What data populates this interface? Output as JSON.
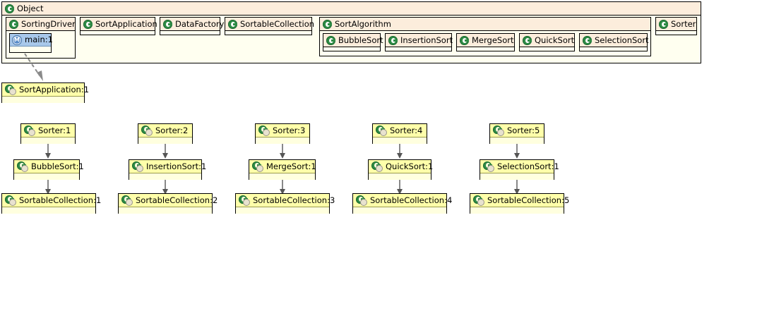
{
  "diagram": {
    "title": "Object",
    "background": "#ffffff",
    "colors": {
      "package_header": "#fceddc",
      "package_body": "#fffff0",
      "instance_header": "#ffffaa",
      "instance_body": "#ffffdf",
      "selection": "#a8c8ea",
      "class_icon": "#2e8b45",
      "method_icon": "#5b8ec9",
      "border": "#000000",
      "arrow": "#555555"
    }
  },
  "package": {
    "name": "Object",
    "icon": "class-icon",
    "classes": [
      {
        "name": "SortingDriver",
        "icon": "class-icon"
      },
      {
        "name": "SortApplication",
        "icon": "class-icon"
      },
      {
        "name": "DataFactory",
        "icon": "class-icon"
      },
      {
        "name": "SortableCollection",
        "icon": "class-icon"
      },
      {
        "name": "Sorter",
        "icon": "class-icon"
      }
    ],
    "selected_member": {
      "name": "main:1",
      "icon": "method-icon",
      "selected": true
    },
    "subpackage": {
      "name": "SortAlgorithm",
      "icon": "class-icon",
      "classes": [
        {
          "name": "BubbleSort",
          "icon": "class-icon"
        },
        {
          "name": "InsertionSort",
          "icon": "class-icon"
        },
        {
          "name": "MergeSort",
          "icon": "class-icon"
        },
        {
          "name": "QuickSort",
          "icon": "class-icon"
        },
        {
          "name": "SelectionSort",
          "icon": "class-icon"
        }
      ]
    }
  },
  "root_instance": {
    "name": "SortApplication:1",
    "icon": "instance-icon"
  },
  "columns": [
    {
      "sorter": {
        "name": "Sorter:1",
        "icon": "instance-icon"
      },
      "algorithm": {
        "name": "BubbleSort:1",
        "icon": "instance-icon"
      },
      "collection": {
        "name": "SortableCollection:1",
        "icon": "instance-icon"
      }
    },
    {
      "sorter": {
        "name": "Sorter:2",
        "icon": "instance-icon"
      },
      "algorithm": {
        "name": "InsertionSort:1",
        "icon": "instance-icon"
      },
      "collection": {
        "name": "SortableCollection:2",
        "icon": "instance-icon"
      }
    },
    {
      "sorter": {
        "name": "Sorter:3",
        "icon": "instance-icon"
      },
      "algorithm": {
        "name": "MergeSort:1",
        "icon": "instance-icon"
      },
      "collection": {
        "name": "SortableCollection:3",
        "icon": "instance-icon"
      }
    },
    {
      "sorter": {
        "name": "Sorter:4",
        "icon": "instance-icon"
      },
      "algorithm": {
        "name": "QuickSort:1",
        "icon": "instance-icon"
      },
      "collection": {
        "name": "SortableCollection:4",
        "icon": "instance-icon"
      }
    },
    {
      "sorter": {
        "name": "Sorter:5",
        "icon": "instance-icon"
      },
      "algorithm": {
        "name": "SelectionSort:1",
        "icon": "instance-icon"
      },
      "collection": {
        "name": "SortableCollection:5",
        "icon": "instance-icon"
      }
    }
  ]
}
